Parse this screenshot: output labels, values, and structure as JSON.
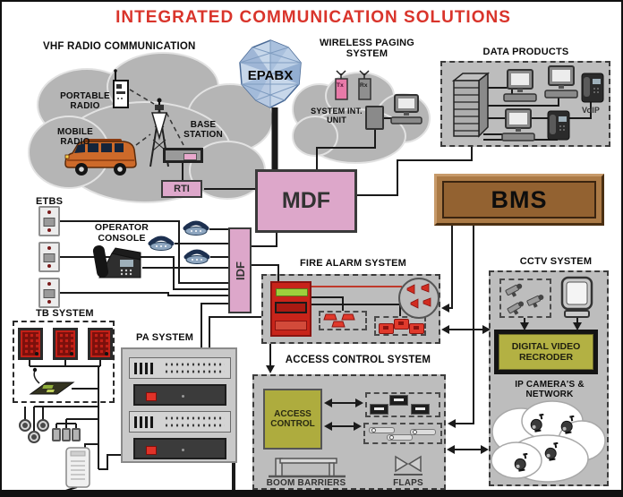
{
  "title": "INTEGRATED COMMUNICATION SOLUTIONS",
  "vhf": {
    "title": "VHF RADIO COMMUNICATION",
    "portable": "PORTABLE RADIO",
    "mobile": "MOBILE RADIO",
    "base": "BASE STATION",
    "rti": "RTI"
  },
  "epabx": {
    "label": "EPABX"
  },
  "paging": {
    "title": "WIRELESS PAGING SYSTEM",
    "tx": "Tx",
    "rx": "Rx",
    "unit": "SYSTEM INT. UNIT"
  },
  "data_products": {
    "title": "DATA PRODUCTS",
    "voip": "VoIP"
  },
  "mdf": {
    "label": "MDF"
  },
  "bms": {
    "label": "BMS"
  },
  "etbs": {
    "title": "ETBS"
  },
  "console": {
    "title": "OPERATOR CONSOLE"
  },
  "idf": {
    "label": "IDF"
  },
  "fire": {
    "title": "FIRE ALARM SYSTEM"
  },
  "cctv": {
    "title": "CCTV SYSTEM",
    "dvr": "DIGITAL VIDEO RECRODER",
    "cloud": "IP CAMERA'S & NETWORK"
  },
  "tb": {
    "title": "TB SYSTEM"
  },
  "pa": {
    "title": "PA SYSTEM"
  },
  "access": {
    "title": "ACCESS CONTROL SYSTEM",
    "controller": "ACCESS CONTROL",
    "boom": "BOOM BARRIERS",
    "flaps": "FLAPS"
  },
  "colors": {
    "accent_red": "#d9342b",
    "pink": "#dda7ca",
    "brown": "#936231",
    "olive": "#aeac3e",
    "device_red": "#c32017",
    "panel_gray": "#bdbdbd",
    "cloud_gray": "#b5b5b5"
  }
}
